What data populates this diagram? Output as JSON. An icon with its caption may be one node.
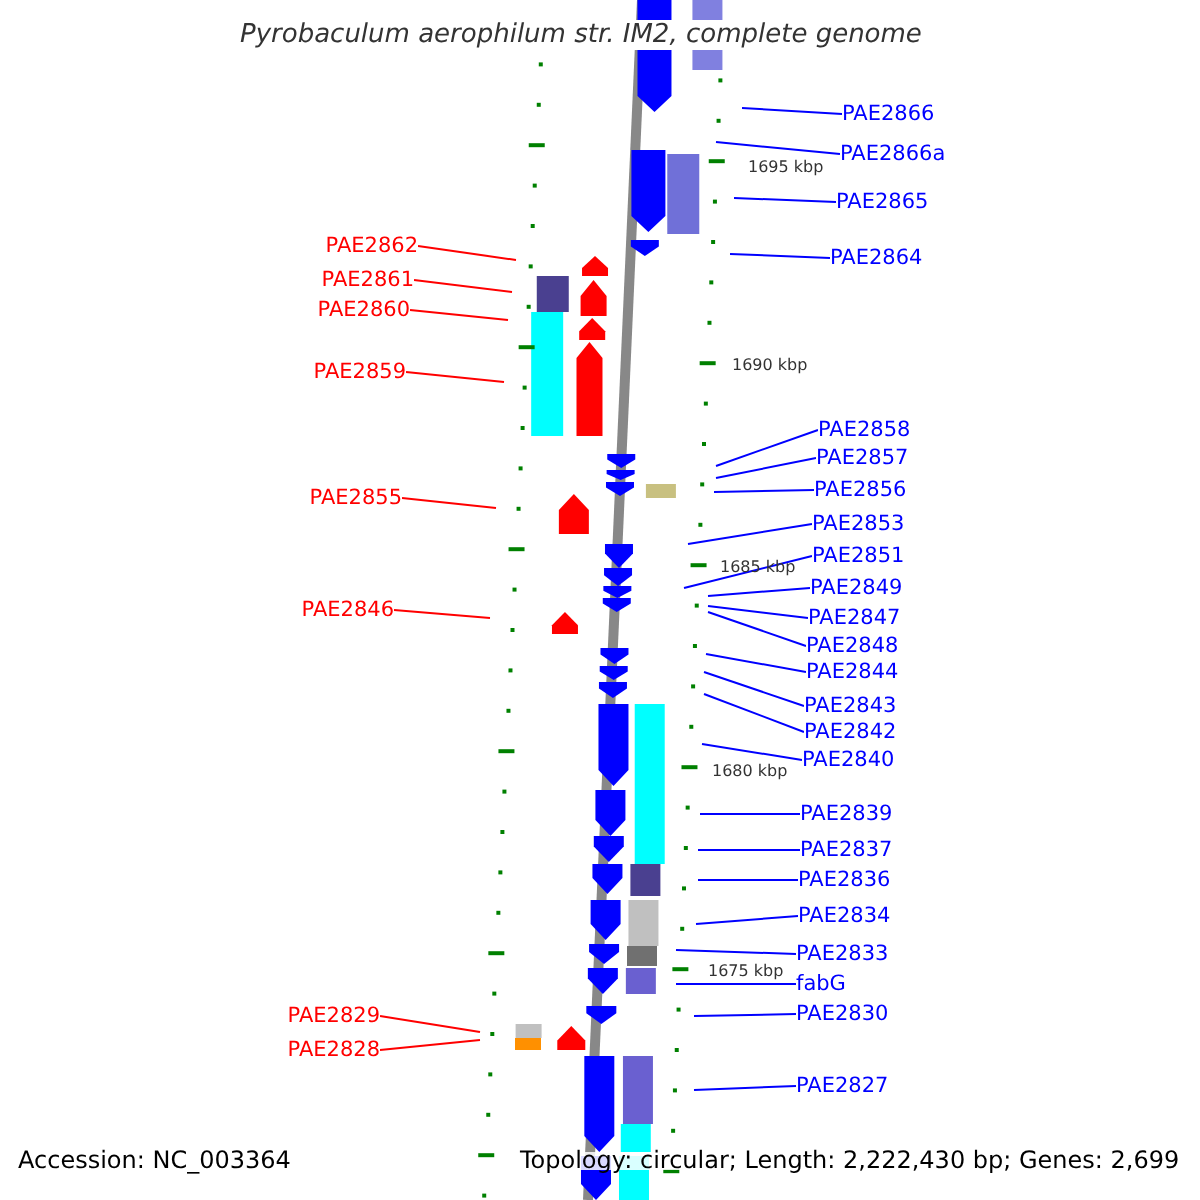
{
  "diagram": {
    "title": "Pyrobaculum aerophilum str. IM2, complete genome",
    "nodes": [
      {
        "text": [
          "PAE2862"
        ]
      },
      {
        "text": [
          "PAE2861"
        ]
      },
      {
        "text": [
          "PAE2860"
        ]
      },
      {
        "text": [
          "PAE2859"
        ]
      },
      {
        "text": [
          "PAE2855"
        ]
      },
      {
        "text": [
          "PAE2846"
        ]
      },
      {
        "text": [
          "PAE2829"
        ]
      },
      {
        "text": [
          "PAE2828"
        ]
      },
      {
        "text": [
          "PAE2866"
        ]
      },
      {
        "text": [
          "PAE2866a"
        ]
      },
      {
        "text": [
          "PAE2865"
        ]
      },
      {
        "text": [
          "PAE2864"
        ]
      },
      {
        "text": [
          "PAE2858"
        ]
      },
      {
        "text": [
          "PAE2857"
        ]
      },
      {
        "text": [
          "PAE2856"
        ]
      },
      {
        "text": [
          "PAE2853"
        ]
      },
      {
        "text": [
          "PAE2851"
        ]
      },
      {
        "text": [
          "PAE2849"
        ]
      },
      {
        "text": [
          "PAE2847"
        ]
      },
      {
        "text": [
          "PAE2848"
        ]
      },
      {
        "text": [
          "PAE2844"
        ]
      },
      {
        "text": [
          "PAE2843"
        ]
      },
      {
        "text": [
          "PAE2842"
        ]
      },
      {
        "text": [
          "PAE2840"
        ]
      },
      {
        "text": [
          "PAE2839"
        ]
      },
      {
        "text": [
          "PAE2837"
        ]
      },
      {
        "text": [
          "PAE2836"
        ]
      },
      {
        "text": [
          "PAE2834"
        ]
      },
      {
        "text": [
          "PAE2833"
        ]
      },
      {
        "text": [
          "fabG"
        ]
      },
      {
        "text": [
          "PAE2830"
        ]
      },
      {
        "text": [
          "PAE2827"
        ]
      }
    ],
    "edges": [
      {
        "from": 0,
        "to": null,
        "arrow": "none",
        "color": "#ff0000"
      },
      {
        "from": 1,
        "to": null,
        "arrow": "none",
        "color": "#ff0000"
      },
      {
        "from": 2,
        "to": null,
        "arrow": "none",
        "color": "#ff0000"
      },
      {
        "from": 3,
        "to": null,
        "arrow": "none",
        "color": "#ff0000"
      },
      {
        "from": 4,
        "to": null,
        "arrow": "none",
        "color": "#ff0000"
      },
      {
        "from": 5,
        "to": null,
        "arrow": "none",
        "color": "#ff0000"
      },
      {
        "from": 6,
        "to": null,
        "arrow": "none",
        "color": "#ff0000"
      },
      {
        "from": 7,
        "to": null,
        "arrow": "none",
        "color": "#ff0000"
      },
      {
        "from": 8,
        "to": null,
        "arrow": "none"
      },
      {
        "from": 9,
        "to": null,
        "arrow": "none"
      },
      {
        "from": 10,
        "to": null,
        "arrow": "none"
      },
      {
        "from": 11,
        "to": null,
        "arrow": "none"
      },
      {
        "from": 12,
        "to": null,
        "arrow": "none"
      },
      {
        "from": 13,
        "to": null,
        "arrow": "none"
      },
      {
        "from": 14,
        "to": null,
        "arrow": "none"
      },
      {
        "from": 15,
        "to": null,
        "arrow": "none"
      },
      {
        "from": 16,
        "to": null,
        "arrow": "none"
      },
      {
        "from": 17,
        "to": null,
        "arrow": "none"
      },
      {
        "from": 18,
        "to": null,
        "arrow": "none"
      },
      {
        "from": 19,
        "to": null,
        "arrow": "none"
      },
      {
        "from": 20,
        "to": null,
        "arrow": "none"
      },
      {
        "from": 21,
        "to": null,
        "arrow": "none"
      },
      {
        "from": 22,
        "to": null,
        "arrow": "none"
      },
      {
        "from": 23,
        "to": null,
        "arrow": "none"
      },
      {
        "from": 24,
        "to": null,
        "arrow": "none"
      },
      {
        "from": 25,
        "to": null,
        "arrow": "none"
      },
      {
        "from": 26,
        "to": null,
        "arrow": "none"
      },
      {
        "from": 27,
        "to": null,
        "arrow": "none"
      },
      {
        "from": 28,
        "to": null,
        "arrow": "none"
      },
      {
        "from": 29,
        "to": null,
        "arrow": "none"
      },
      {
        "from": 30,
        "to": null,
        "arrow": "none"
      },
      {
        "from": 31,
        "to": null,
        "arrow": "none"
      }
    ],
    "labels": [
      "1695 kbp",
      "1690 kbp",
      "1685 kbp",
      "1680 kbp",
      "1675 kbp",
      "Accession: NC_003364",
      "Topology: circular; Length: 2,222,430 bp; Genes: 2,699"
    ]
  }
}
